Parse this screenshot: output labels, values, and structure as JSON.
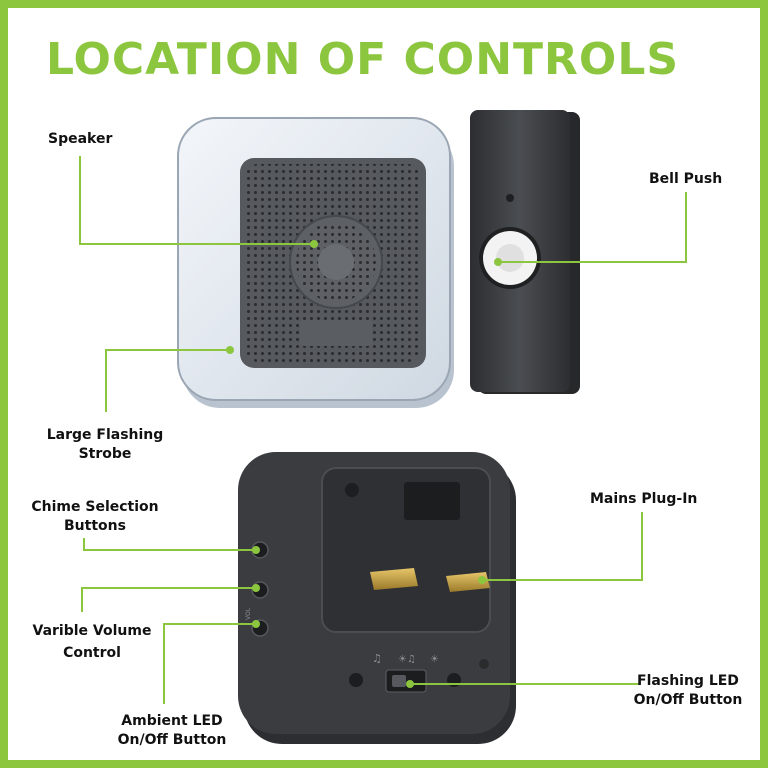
{
  "title": "LOCATION OF CONTROLS",
  "colors": {
    "accent": "#8cc63f",
    "device_dark": "#3b3d40",
    "strobe": "#dfe6ee"
  },
  "labels": {
    "speaker": "Speaker",
    "bell_push": "Bell Push",
    "strobe_line1": "Large Flashing",
    "strobe_line2": "Strobe",
    "chime_line1": "Chime Selection",
    "chime_line2": "Buttons",
    "mains_plug": "Mains Plug-In",
    "volume_line1": "Varible Volume",
    "volume_line2": "Control",
    "flash_led_line1": "Flashing LED",
    "flash_led_line2": "On/Off Button",
    "ambient_led_line1": "Ambient LED",
    "ambient_led_line2": "On/Off Button"
  },
  "device_markings": {
    "vol_mark": "VOL"
  }
}
